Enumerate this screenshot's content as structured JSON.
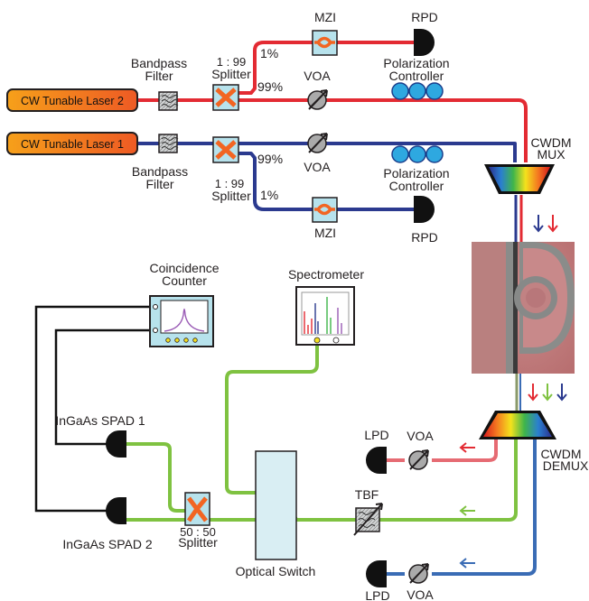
{
  "lasers": {
    "laser2": "CW Tunable Laser 2",
    "laser1": "CW Tunable Laser 1"
  },
  "filters": {
    "bandpass_top": [
      "Bandpass",
      "Filter"
    ],
    "bandpass_bottom": [
      "Bandpass",
      "Filter"
    ]
  },
  "splitters": {
    "top": [
      "1 : 99",
      "Splitter"
    ],
    "bottom": [
      "1 : 99",
      "Splitter"
    ],
    "detection": [
      "50 : 50",
      "Splitter"
    ]
  },
  "percent": {
    "top_1": "1%",
    "top_99": "99%",
    "bottom_99": "99%",
    "bottom_1": "1%"
  },
  "mzi": {
    "top": "MZI",
    "bottom": "MZI"
  },
  "rpd": {
    "top": "RPD",
    "bottom": "RPD"
  },
  "voa": {
    "top": "VOA",
    "bottom": "VOA",
    "red_out": "VOA",
    "blue_out": "VOA"
  },
  "polarization": {
    "top": [
      "Polarization",
      "Controller"
    ],
    "bottom": [
      "Polarization",
      "Controller"
    ]
  },
  "mux": [
    "CWDM",
    "MUX"
  ],
  "demux": [
    "CWDM",
    "DEMUX"
  ],
  "coincidence": [
    "Coincidence",
    "Counter"
  ],
  "spectrometer": "Spectrometer",
  "spad": {
    "one": "InGaAs SPAD 1",
    "two": "InGaAs SPAD 2"
  },
  "optical_switch": "Optical Switch",
  "tbf": "TBF",
  "lpd": {
    "red": "LPD",
    "blue": "LPD"
  },
  "colors": {
    "red": "#e32b33",
    "blue": "#2b3a8f",
    "green": "#7fc241",
    "demux_blue": "#3a6cb5",
    "laser_orange": "#f28c28",
    "component_fill": "#b7e2ec",
    "splitter_orange": "#f26522"
  }
}
